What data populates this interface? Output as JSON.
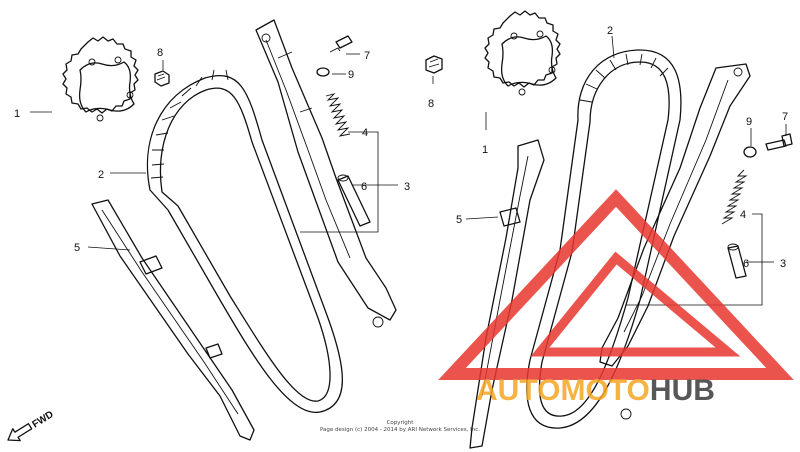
{
  "diagram": {
    "left_group": {
      "callouts": [
        "1",
        "2",
        "3",
        "4",
        "5",
        "6",
        "7",
        "8",
        "9"
      ]
    },
    "right_group": {
      "callouts": [
        "1",
        "2",
        "3",
        "4",
        "5",
        "6",
        "7",
        "8",
        "9"
      ]
    },
    "direction_marker": "FWD",
    "copyright_title": "Copyright",
    "copyright_line": "Page design (c) 2004 - 2014 by ARI Network Services, Inc."
  },
  "watermark": {
    "word_1": "AUTOMOTO",
    "word_2": "HUB",
    "colors": {
      "triangle": "#e8362e",
      "auto": "#f5a623",
      "moto": "#e8362e",
      "hub": "#3a3a3a"
    }
  }
}
